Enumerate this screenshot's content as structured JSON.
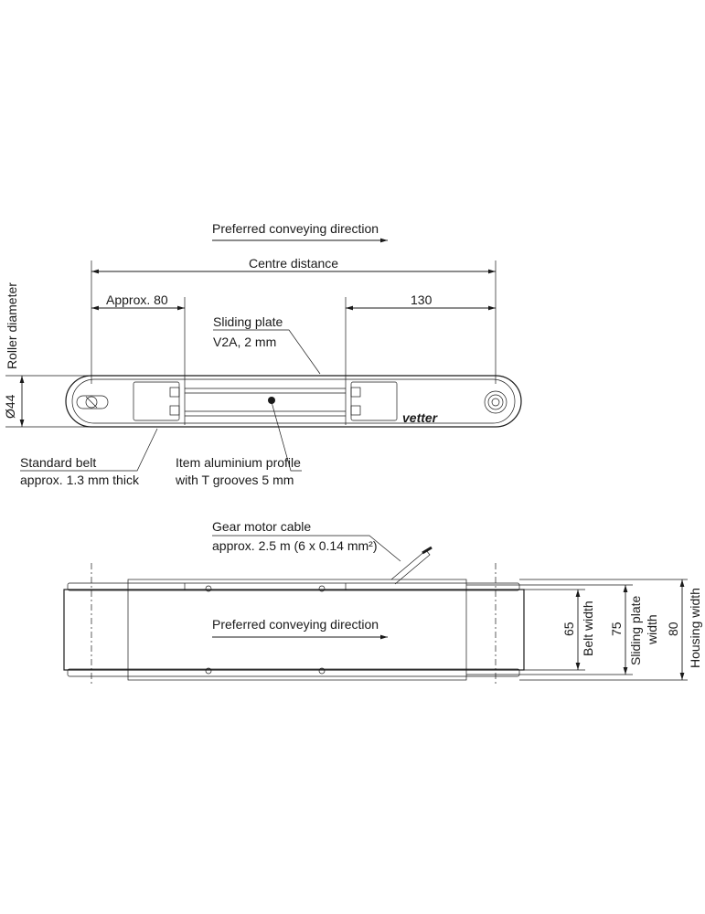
{
  "labels": {
    "direction_top": "Preferred conveying direction",
    "centre_distance": "Centre distance",
    "approx_80": "Approx. 80",
    "dim_130": "130",
    "roller_diameter": "Roller diameter",
    "diameter_44": "Ø44",
    "sliding_plate_1": "Sliding plate",
    "sliding_plate_2": "V2A,  2 mm",
    "standard_belt_1": "Standard belt",
    "standard_belt_2": "approx. 1.3 mm thick",
    "profile_1": "Item aluminium profile",
    "profile_2": "with T grooves 5 mm",
    "brand": "vetter",
    "gear_cable_1": "Gear motor cable",
    "gear_cable_2": "approx. 2.5 m (6 x 0.14 mm²)",
    "direction_bottom": "Preferred conveying direction",
    "dim_65": "65",
    "belt_width": "Belt width",
    "dim_75": "75",
    "sliding_plate_w1": "Sliding plate",
    "sliding_plate_w2": "width",
    "dim_80": "80",
    "housing_width": "Housing width"
  }
}
